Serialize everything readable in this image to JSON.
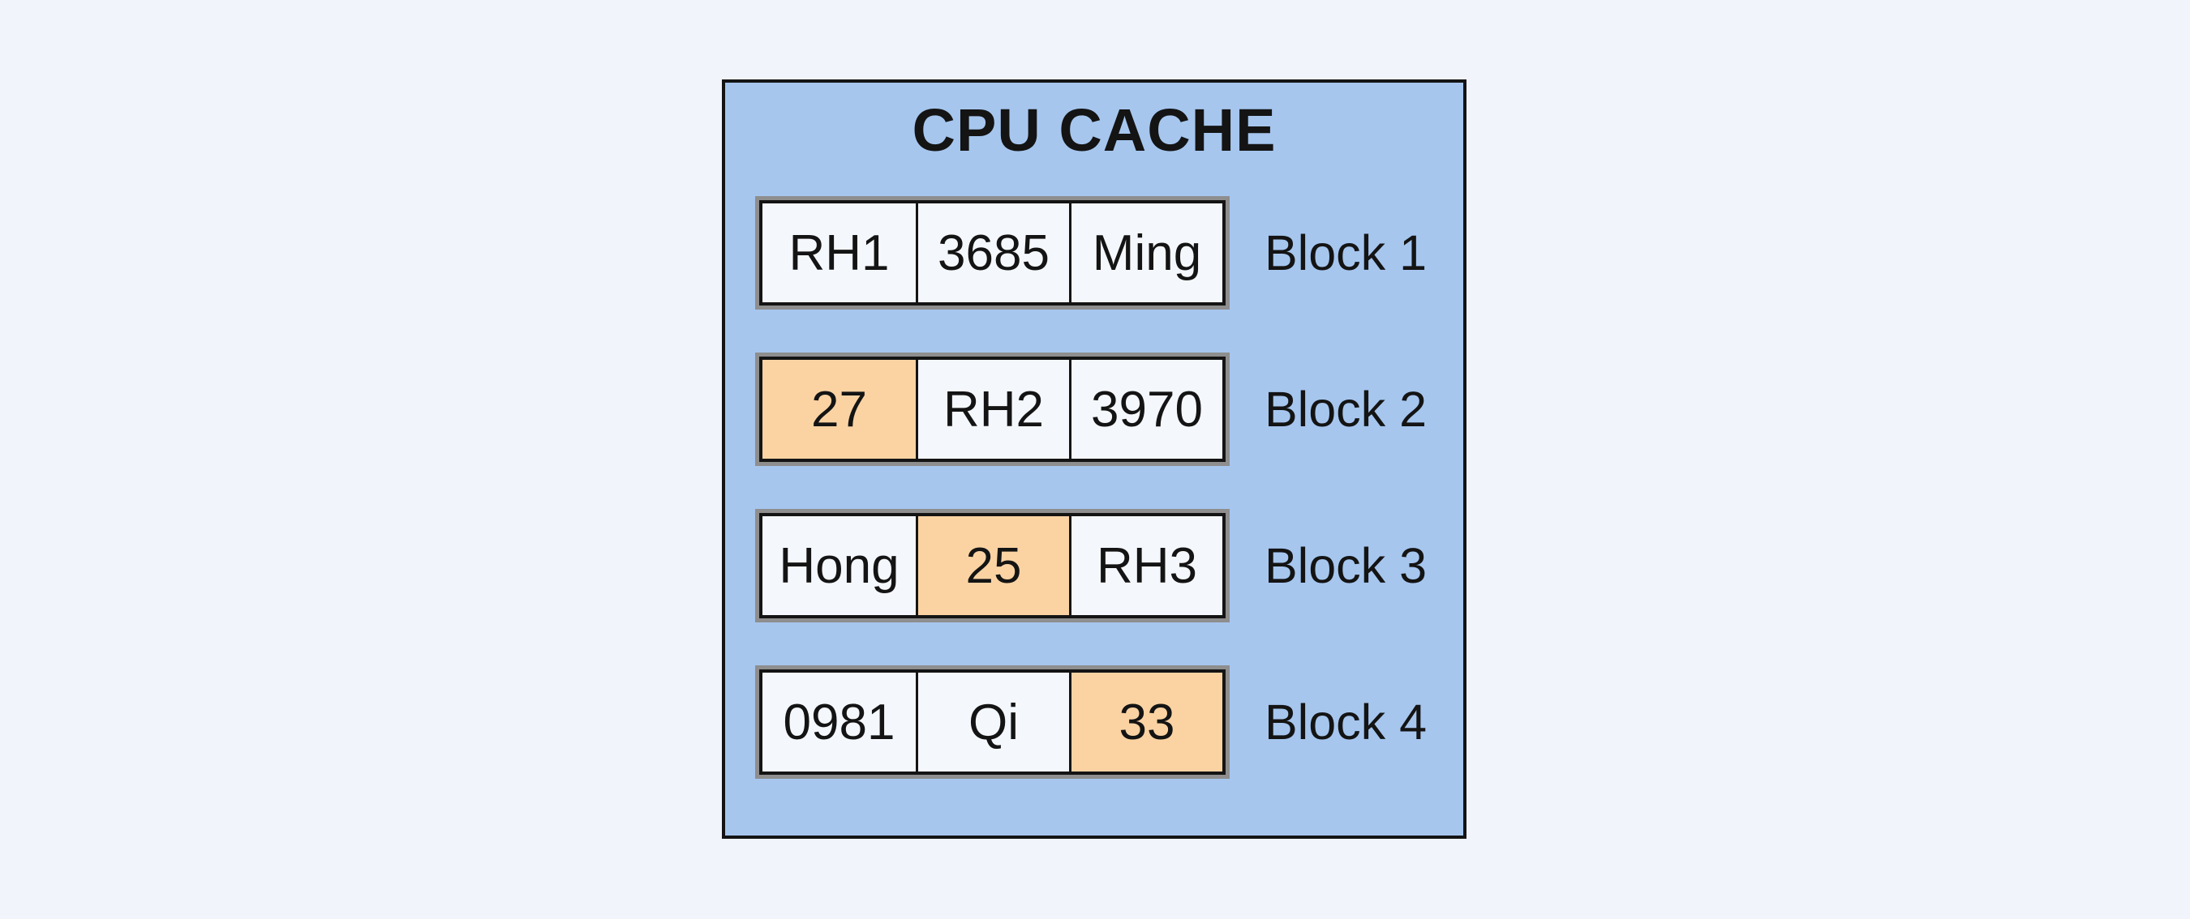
{
  "page": {
    "background_color": "#F1F4FA"
  },
  "cache": {
    "title": "CPU CACHE",
    "colors": {
      "container_fill": "#A6C6EE",
      "container_border": "#141414",
      "cell_fill": "#F4F7FC",
      "cell_highlight_fill": "#FBD3A3",
      "cell_border": "#141414",
      "table_shadow": "#8E8E8E",
      "text": "#141414"
    },
    "blocks": [
      {
        "label": "Block 1",
        "cells": [
          {
            "value": "RH1",
            "highlighted": false
          },
          {
            "value": "3685",
            "highlighted": false
          },
          {
            "value": "Ming",
            "highlighted": false
          }
        ]
      },
      {
        "label": "Block 2",
        "cells": [
          {
            "value": "27",
            "highlighted": true
          },
          {
            "value": "RH2",
            "highlighted": false
          },
          {
            "value": "3970",
            "highlighted": false
          }
        ]
      },
      {
        "label": "Block 3",
        "cells": [
          {
            "value": "Hong",
            "highlighted": false
          },
          {
            "value": "25",
            "highlighted": true
          },
          {
            "value": "RH3",
            "highlighted": false
          }
        ]
      },
      {
        "label": "Block 4",
        "cells": [
          {
            "value": "0981",
            "highlighted": false
          },
          {
            "value": "Qi",
            "highlighted": false
          },
          {
            "value": "33",
            "highlighted": true
          }
        ]
      }
    ]
  }
}
